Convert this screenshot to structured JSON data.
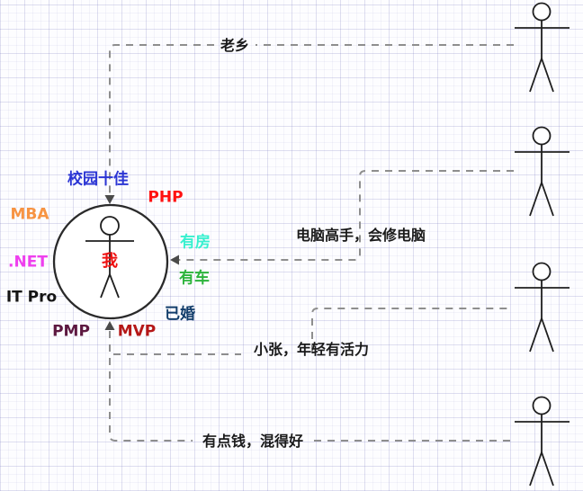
{
  "diagram": {
    "me": {
      "label": "我",
      "color": "#ee1111"
    },
    "attributes": [
      {
        "text": "校园十佳",
        "color": "#2b35d4"
      },
      {
        "text": "PHP",
        "color": "#ff1111"
      },
      {
        "text": "MBA",
        "color": "#f79443"
      },
      {
        "text": "有房",
        "color": "#38f0cf"
      },
      {
        "text": ".NET",
        "color": "#ee3fee"
      },
      {
        "text": "有车",
        "color": "#2db43c"
      },
      {
        "text": "IT Pro",
        "color": "#151515"
      },
      {
        "text": "已婚",
        "color": "#123d6b"
      },
      {
        "text": "PMP",
        "color": "#5d1840"
      },
      {
        "text": "MVP",
        "color": "#b51717"
      }
    ],
    "connections": [
      {
        "label": "老乡"
      },
      {
        "label": "电脑高手，会修电脑"
      },
      {
        "label": "小张，年轻有活力"
      },
      {
        "label": "有点钱，混得好"
      }
    ]
  }
}
